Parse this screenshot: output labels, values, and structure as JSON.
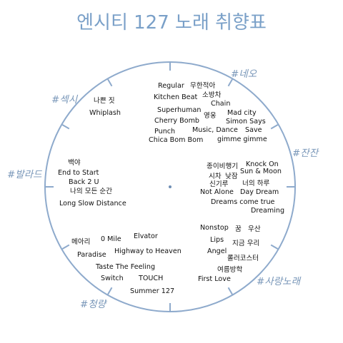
{
  "title": "엔시티 127 노래 취향표",
  "colors": {
    "title": "#7aa0c8",
    "ring": "#8eaacc",
    "category": "#7896b8",
    "text": "#111111"
  },
  "categories": [
    {
      "id": "neo",
      "label": "#네오"
    },
    {
      "id": "sexy",
      "label": "#섹시"
    },
    {
      "id": "ballad",
      "label": "#발라드"
    },
    {
      "id": "calm",
      "label": "#잔잔"
    },
    {
      "id": "love",
      "label": "#사랑노래"
    },
    {
      "id": "fresh",
      "label": "#청량"
    }
  ],
  "songs": [
    {
      "id": "regular",
      "label": "Regular"
    },
    {
      "id": "mugenjeogi",
      "label": "무한적아"
    },
    {
      "id": "kitchen-beat",
      "label": "Kitchen Beat"
    },
    {
      "id": "sobangcha",
      "label": "소방차"
    },
    {
      "id": "chain",
      "label": "Chain"
    },
    {
      "id": "superhuman",
      "label": "Superhuman"
    },
    {
      "id": "mad-city",
      "label": "Mad city"
    },
    {
      "id": "youngung",
      "label": "영웅"
    },
    {
      "id": "cherry-bomb",
      "label": "Cherry Bomb"
    },
    {
      "id": "simon-says",
      "label": "Simon Says"
    },
    {
      "id": "punch",
      "label": "Punch"
    },
    {
      "id": "music-dance",
      "label": "Music, Dance"
    },
    {
      "id": "save",
      "label": "Save"
    },
    {
      "id": "chica-bom-bom",
      "label": "Chica Bom Bom"
    },
    {
      "id": "gimme-gimme",
      "label": "gimme gimme"
    },
    {
      "id": "nappeun-jit",
      "label": "나쁜 짓"
    },
    {
      "id": "whiplash",
      "label": "Whiplash"
    },
    {
      "id": "jongibihaenggi",
      "label": "종이비행기"
    },
    {
      "id": "knock-on",
      "label": "Knock On"
    },
    {
      "id": "sicha",
      "label": "시차"
    },
    {
      "id": "natjam",
      "label": "낮잠"
    },
    {
      "id": "sun-and-moon",
      "label": "Sun & Moon"
    },
    {
      "id": "singiru",
      "label": "신기루"
    },
    {
      "id": "neoui-haru",
      "label": "너의 하루"
    },
    {
      "id": "not-alone",
      "label": "Not Alone"
    },
    {
      "id": "day-dream",
      "label": "Day Dream"
    },
    {
      "id": "dreams-come-true",
      "label": "Dreams come true"
    },
    {
      "id": "dreaming",
      "label": "Dreaming"
    },
    {
      "id": "baega",
      "label": "백야"
    },
    {
      "id": "end-to-start",
      "label": "End to Start"
    },
    {
      "id": "back-2-u",
      "label": "Back 2 U"
    },
    {
      "id": "naui-modeun-sungan",
      "label": "나의 모든 순간"
    },
    {
      "id": "long-slow-distance",
      "label": "Long Slow Distance"
    },
    {
      "id": "nonstop",
      "label": "Nonstop"
    },
    {
      "id": "kkum",
      "label": "꿈"
    },
    {
      "id": "usan",
      "label": "우산"
    },
    {
      "id": "lips",
      "label": "Lips"
    },
    {
      "id": "jigeum-uri",
      "label": "지금 우리"
    },
    {
      "id": "angel",
      "label": "Angel"
    },
    {
      "id": "rollercoaster",
      "label": "롤러코스터"
    },
    {
      "id": "yeoreumbanghak",
      "label": "여름방학"
    },
    {
      "id": "first-love",
      "label": "First Love"
    },
    {
      "id": "memori",
      "label": "메아리"
    },
    {
      "id": "0-mile",
      "label": "0 Mile"
    },
    {
      "id": "elvator",
      "label": "Elvator"
    },
    {
      "id": "paradise",
      "label": "Paradise"
    },
    {
      "id": "highway-to-heaven",
      "label": "Highway to Heaven"
    },
    {
      "id": "taste-the-feeling",
      "label": "Taste The Feeling"
    },
    {
      "id": "switch",
      "label": "Switch"
    },
    {
      "id": "touch",
      "label": "TOUCH"
    },
    {
      "id": "summer-127",
      "label": "Summer 127"
    }
  ]
}
